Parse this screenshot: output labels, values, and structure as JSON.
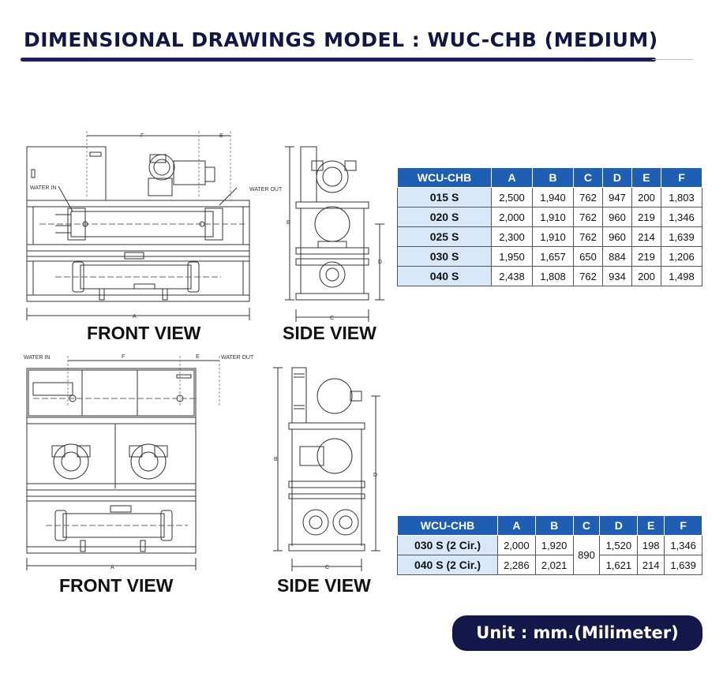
{
  "page_title": "DIMENSIONAL DRAWINGS MODEL : WUC-CHB (MEDIUM)",
  "drawings": {
    "top": {
      "front_label": "FRONT VIEW",
      "side_label": "SIDE VIEW",
      "water_in": "WATER IN",
      "water_out": "WATER OUT",
      "dims": {
        "a": "A",
        "b": "B",
        "c": "C",
        "d": "D",
        "e": "E",
        "f": "F"
      }
    },
    "bottom": {
      "front_label": "FRONT VIEW",
      "side_label": "SIDE VIEW",
      "water_in": "WATER IN",
      "water_out": "WATER OUT",
      "dims": {
        "a": "A",
        "b": "B",
        "c": "C",
        "d": "D",
        "e": "E",
        "f": "F"
      }
    }
  },
  "table1": {
    "headers": [
      "WCU-CHB",
      "A",
      "B",
      "C",
      "D",
      "E",
      "F"
    ],
    "rows": [
      [
        "015 S",
        "2,500",
        "1,940",
        "762",
        "947",
        "200",
        "1,803"
      ],
      [
        "020 S",
        "2,000",
        "1,910",
        "762",
        "960",
        "219",
        "1,346"
      ],
      [
        "025 S",
        "2,300",
        "1,910",
        "762",
        "960",
        "214",
        "1,639"
      ],
      [
        "030 S",
        "1,950",
        "1,657",
        "650",
        "884",
        "219",
        "1,206"
      ],
      [
        "040 S",
        "2,438",
        "1,808",
        "762",
        "934",
        "200",
        "1,498"
      ]
    ]
  },
  "table2": {
    "headers": [
      "WCU-CHB",
      "A",
      "B",
      "C",
      "D",
      "E",
      "F"
    ],
    "rows": [
      [
        "030 S (2 Cir.)",
        "2,000",
        "1,920",
        "890",
        "1,520",
        "198",
        "1,346"
      ],
      [
        "040 S (2 Cir.)",
        "2,286",
        "2,021",
        "",
        "1,621",
        "214",
        "1,639"
      ]
    ]
  },
  "unit_note": "Unit : mm.(Milimeter)"
}
